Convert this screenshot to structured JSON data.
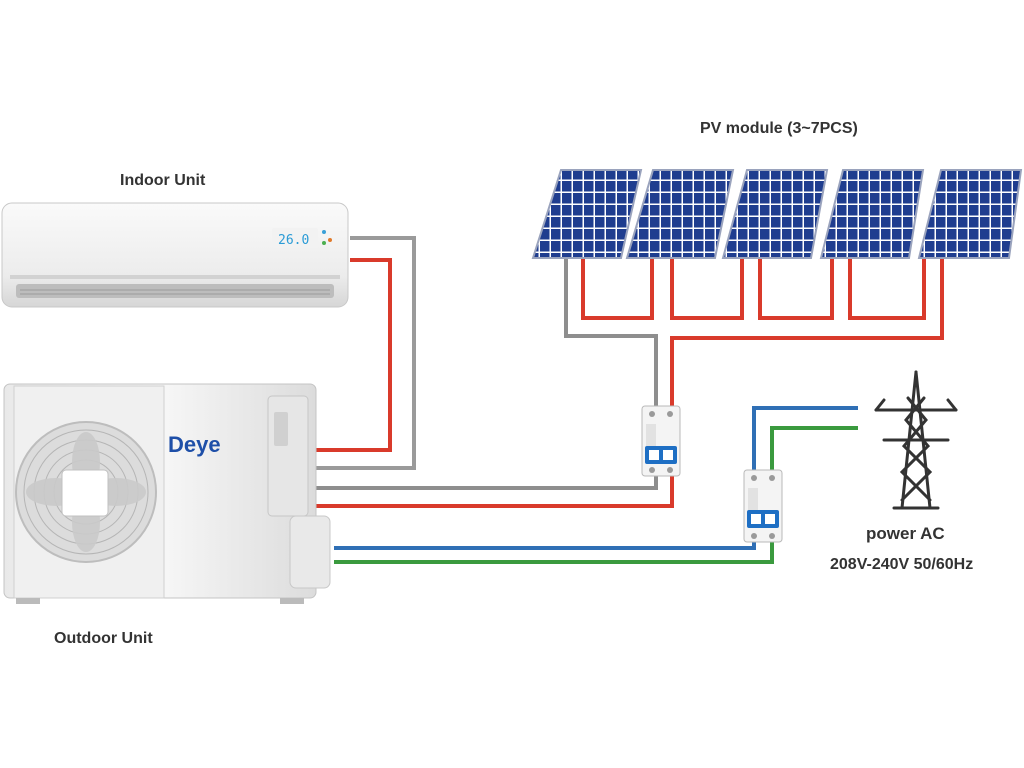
{
  "labels": {
    "indoor_unit": "Indoor Unit",
    "outdoor_unit": "Outdoor Unit",
    "pv_module": "PV module (3~7PCS)",
    "power_ac": "power AC",
    "voltage": "208V-240V  50/60Hz"
  },
  "indoor_display": "26.0",
  "brand": "Deye",
  "pv_panel_count": 5,
  "colors": {
    "dc_positive": "#d93a2b",
    "dc_negative": "#8e8e8e",
    "ac_live": "#2f6fb5",
    "ac_neutral": "#3a9a3e",
    "panel_cell": "#1f3d8f",
    "breaker_blue": "#1e6fc4"
  },
  "icons": [
    "air-conditioner-indoor-icon",
    "outdoor-unit-icon",
    "solar-panel-icon",
    "circuit-breaker-icon",
    "transmission-tower-icon"
  ]
}
